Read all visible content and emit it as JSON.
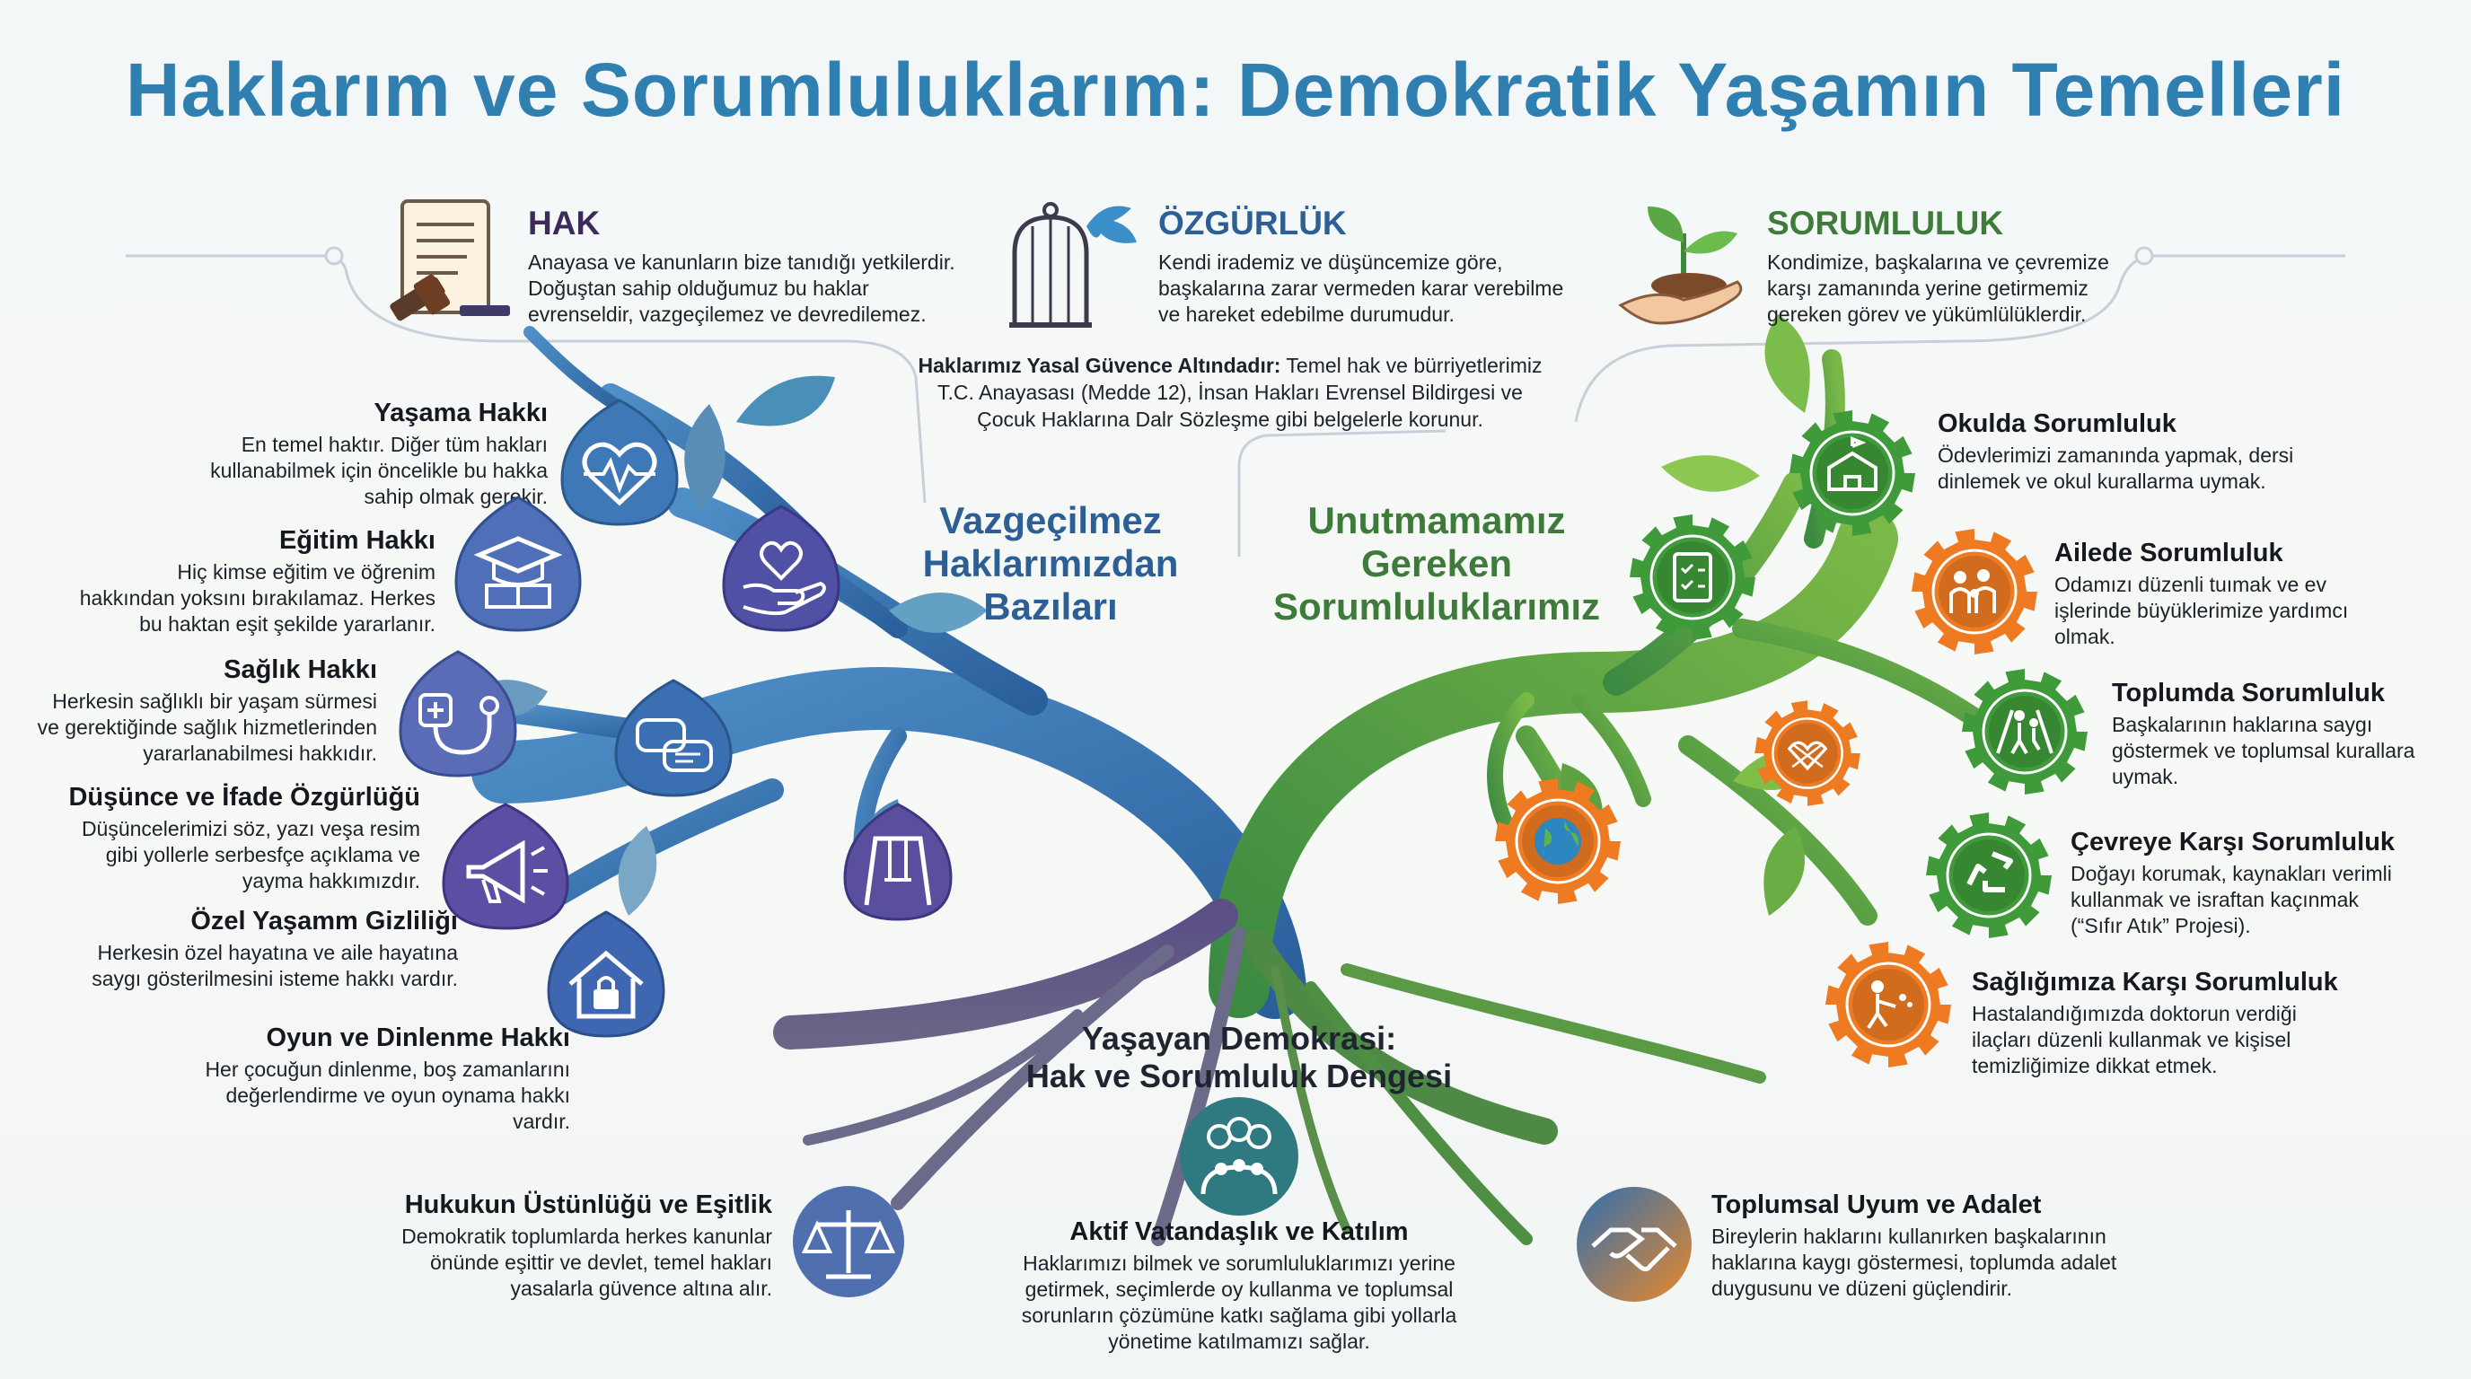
{
  "title": "Haklarım ve Sorumluluklarım: Demokratik Yaşamın Temelleri",
  "concepts": [
    {
      "heading": "HAK",
      "text": [
        "Anayasa ve kanunların bize tanıdığı yetkilerdir.",
        "Doğuştan sahip olduğumuz bu haklar",
        "evrenseldir, vazgeçilemez ve devredilemez."
      ],
      "icon": "law-document-icon",
      "color": "#3b2a5a"
    },
    {
      "heading": "ÖZGÜRLÜK",
      "text": [
        "Kendi irademiz ve düşüncemize göre,",
        "başkalarına zarar vermeden karar verebilme",
        "ve hareket edebilme durumudur."
      ],
      "icon": "birdcage-icon",
      "color": "#2c5f95"
    },
    {
      "heading": "SORUMLULUK",
      "text": [
        "Kondimize, başkalarına ve çevremize",
        "karşı zamanında yerine getirmemiz",
        "gereken görev ve yükümlülüklerdir."
      ],
      "icon": "hand-sprout-icon",
      "color": "#3f7c3a"
    }
  ],
  "guarantee": {
    "bold": "Haklarımız Yasal Güvence Altındadır:",
    "lines": [
      " Temel hak ve bürriyetlerimiz",
      "T.C. Anayasası (Medde 12), İnsan Hakları Evrensel Bildirgesi ve",
      "Çocuk Haklarına Dalr Sözleşme gibi belgelerle korunur."
    ]
  },
  "rights_title": [
    "Vazgeçilmez",
    "Haklarımızdan",
    "Bazıları"
  ],
  "responsibilities_title": [
    "Unutmamamız",
    "Gereken",
    "Sorumluluklarımız"
  ],
  "rights": [
    {
      "heading": "Yaşama Hakkı",
      "text": [
        "En temel haktır. Diğer tüm hakları",
        "kullanabilmek için öncelikle bu hakka",
        "sahip olmak gerekir."
      ],
      "icon": "heartbeat-icon"
    },
    {
      "heading": "Eğitim Hakkı",
      "text": [
        "Hiç kimse eğitim ve öğrenim",
        "hakkından yoksını bırakılamaz. Herkes",
        "bu haktan eşit şekilde yararlanır."
      ],
      "icon": "graduation-book-icon"
    },
    {
      "heading": "Sağlık Hakkı",
      "text": [
        "Herkesin sağlıklı bir yaşam sürmesi",
        "ve gerektiğinde sağlık hizmetlerinden",
        "yararlanabilmesi hakkıdır."
      ],
      "icon": "stethoscope-icon"
    },
    {
      "heading": "Düşünce ve İfade Özgürlüğü",
      "text": [
        "Düşüncelerimizi söz, yazı veşa resim",
        "gibi yollerle serbesfçe açıklama ve",
        "yayma hakkımızdır."
      ],
      "icon": "megaphone-icon"
    },
    {
      "heading": "Özel Yaşamm Gizliliği",
      "text": [
        "Herkesin özel hayatına ve aile hayatına",
        "saygı gösterilmesini isteme hakkı vardır."
      ],
      "icon": "house-lock-icon"
    },
    {
      "heading": "Oyun ve Dinlenme Hakkı",
      "text": [
        "Her çocuğun dinlenme, boş zamanlarını",
        "değerlendirme ve oyun oynama hakkı",
        "vardır."
      ],
      "icon": "swing-icon"
    }
  ],
  "leaf_icons": [
    "heart-hand-icon",
    "chat-bubbles-icon"
  ],
  "responsibilities": [
    {
      "heading": "Okulda Sorumluluk",
      "text": [
        "Ödevlerimizi zamanında yapmak, dersi",
        "dinlemek ve okul kurallarma uymak."
      ],
      "icon": "school-icon"
    },
    {
      "heading": "Ailede Sorumluluk",
      "text": [
        "Odamızı düzenli tuımak ve ev",
        "işlerinde büyüklerimize yardımcı",
        "olmak."
      ],
      "icon": "family-icon"
    },
    {
      "heading": "Toplumda Sorumluluk",
      "text": [
        "Başkalarının haklarına saygı",
        "göstermek ve toplumsal kurallara",
        "uymak."
      ],
      "icon": "crosswalk-icon"
    },
    {
      "heading": "Çevreye Karşı Sorumluluk",
      "text": [
        "Doğayı korumak, kaynakları verimli",
        "kullanmak ve israftan kaçınmak",
        "(“Sıfır Atık” Projesi)."
      ],
      "icon": "recycle-icon"
    },
    {
      "heading": "Sağlığımıza Karşı Sorumluluk",
      "text": [
        "Hastalandığımızda doktorun verdiği",
        "ilaçları düzenli kullanmak ve kişisel",
        "temizliğimize dikkat etmek."
      ],
      "icon": "handwash-icon"
    }
  ],
  "gear_icons": [
    "checklist-icon",
    "helping-hands-icon",
    "globe-icon"
  ],
  "center_title": [
    "Yaşayan Demokrasi:",
    "Hak ve Sorumluluk Dengesi"
  ],
  "bottom": [
    {
      "heading": "Hukukun Üstünlüğü ve Eşitlik",
      "text": [
        "Demokratik toplumlarda herkes kanunlar",
        "önünde eşittir ve devlet, temel hakları",
        "yasalarla güvence altına alır."
      ],
      "icon": "scales-icon"
    },
    {
      "heading": "Aktif Vatandaşlık ve Katılım",
      "text": [
        "Haklarımızı bilmek ve sorumluluklarımızı yerine",
        "getirmek, seçimlerde oy kullanma ve toplumsal",
        "sorunların çözümüne katkı sağlama gibi yollarla",
        "yönetime katılmamızı sağlar."
      ],
      "icon": "community-gears-icon"
    },
    {
      "heading": "Toplumsal Uyum ve Adalet",
      "text": [
        "Bireylerin haklarını kullanırken başkalarının",
        "haklarına kaygı göstermesi, toplumda adalet",
        "duygusunu ve düzeni güçlendirir."
      ],
      "icon": "handshake-icon"
    }
  ],
  "colors": {
    "title": "#2f7fb0",
    "blue_branch": "#2f6fa8",
    "purple_leaf": "#5a4a9a",
    "green_branch": "#4f9a3c",
    "orange_gear": "#ee7a22",
    "green_gear": "#3f9a3a"
  }
}
